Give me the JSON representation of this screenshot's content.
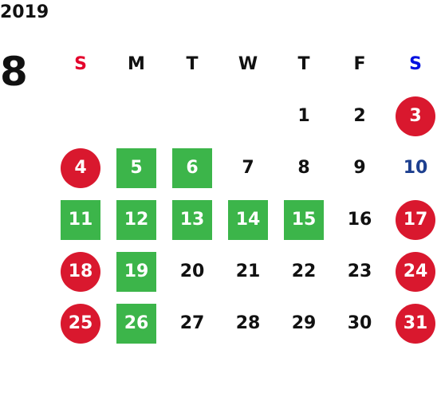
{
  "year": "2019",
  "month": "8",
  "weekdays": [
    {
      "label": "S",
      "style": "sun"
    },
    {
      "label": "M",
      "style": ""
    },
    {
      "label": "T",
      "style": ""
    },
    {
      "label": "W",
      "style": ""
    },
    {
      "label": "T",
      "style": ""
    },
    {
      "label": "F",
      "style": ""
    },
    {
      "label": "S",
      "style": "sat"
    }
  ],
  "colors": {
    "holiday_circle": "#d9182e",
    "highlight_square": "#3cb54a",
    "sunday_header": "#e4002b",
    "saturday_header": "#0010e0",
    "blue_day": "#1d3f8f"
  },
  "weeks": [
    [
      {
        "day": "",
        "mark": "none"
      },
      {
        "day": "",
        "mark": "none"
      },
      {
        "day": "",
        "mark": "none"
      },
      {
        "day": "",
        "mark": "none"
      },
      {
        "day": "1",
        "mark": "none"
      },
      {
        "day": "2",
        "mark": "none"
      },
      {
        "day": "3",
        "mark": "circle"
      }
    ],
    [
      {
        "day": "4",
        "mark": "circle"
      },
      {
        "day": "5",
        "mark": "square"
      },
      {
        "day": "6",
        "mark": "square"
      },
      {
        "day": "7",
        "mark": "none"
      },
      {
        "day": "8",
        "mark": "none"
      },
      {
        "day": "9",
        "mark": "none"
      },
      {
        "day": "10",
        "mark": "blue"
      }
    ],
    [
      {
        "day": "11",
        "mark": "square"
      },
      {
        "day": "12",
        "mark": "square"
      },
      {
        "day": "13",
        "mark": "square"
      },
      {
        "day": "14",
        "mark": "square"
      },
      {
        "day": "15",
        "mark": "square"
      },
      {
        "day": "16",
        "mark": "none"
      },
      {
        "day": "17",
        "mark": "circle"
      }
    ],
    [
      {
        "day": "18",
        "mark": "circle"
      },
      {
        "day": "19",
        "mark": "square"
      },
      {
        "day": "20",
        "mark": "none"
      },
      {
        "day": "21",
        "mark": "none"
      },
      {
        "day": "22",
        "mark": "none"
      },
      {
        "day": "23",
        "mark": "none"
      },
      {
        "day": "24",
        "mark": "circle"
      }
    ],
    [
      {
        "day": "25",
        "mark": "circle"
      },
      {
        "day": "26",
        "mark": "square"
      },
      {
        "day": "27",
        "mark": "none"
      },
      {
        "day": "28",
        "mark": "none"
      },
      {
        "day": "29",
        "mark": "none"
      },
      {
        "day": "30",
        "mark": "none"
      },
      {
        "day": "31",
        "mark": "circle"
      }
    ]
  ]
}
